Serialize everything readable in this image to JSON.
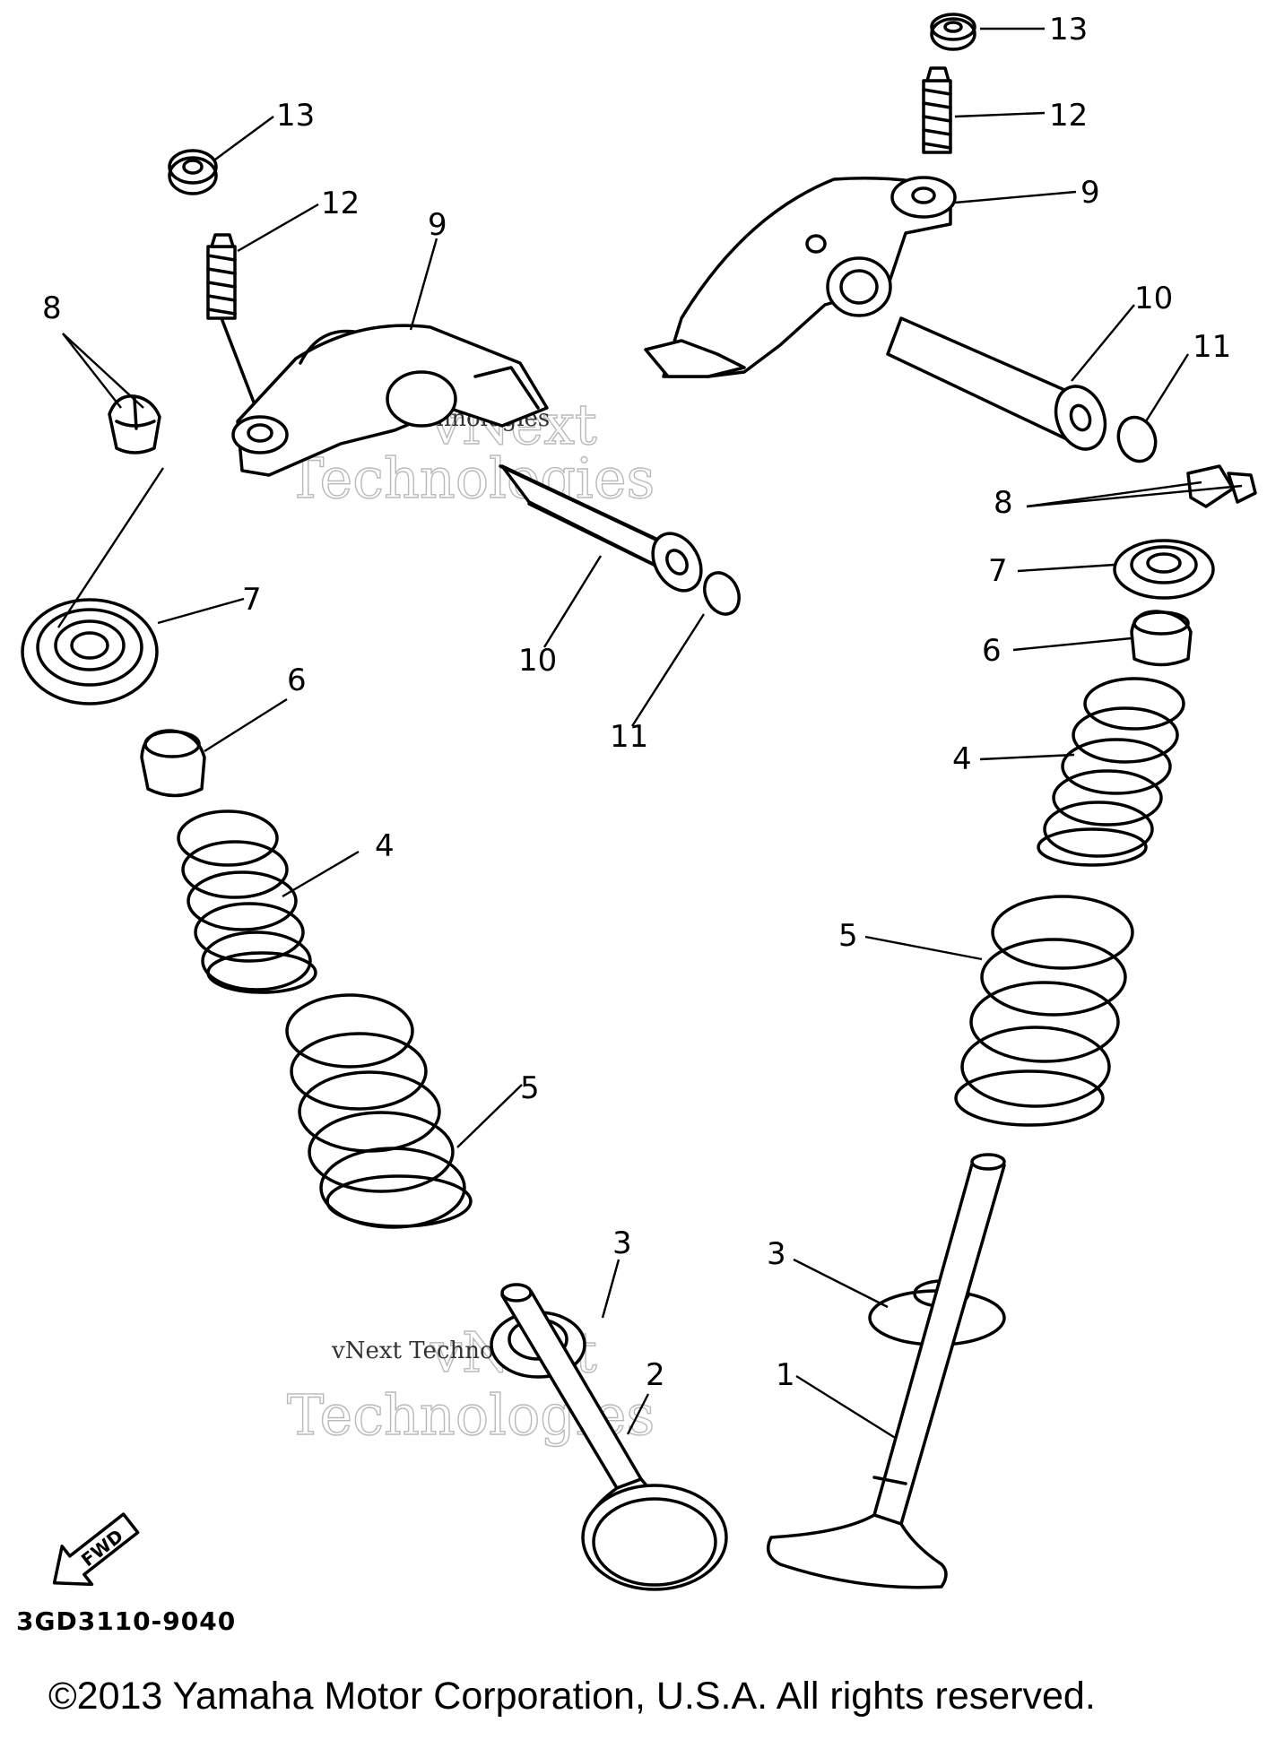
{
  "diagram": {
    "callouts": [
      {
        "id": "13-left",
        "text": "13"
      },
      {
        "id": "12-left",
        "text": "12"
      },
      {
        "id": "9-left",
        "text": "9"
      },
      {
        "id": "8-left",
        "text": "8"
      },
      {
        "id": "7-left",
        "text": "7"
      },
      {
        "id": "6-left",
        "text": "6"
      },
      {
        "id": "4-left",
        "text": "4"
      },
      {
        "id": "5-left",
        "text": "5"
      },
      {
        "id": "10-left",
        "text": "10"
      },
      {
        "id": "11-left",
        "text": "11"
      },
      {
        "id": "3-left",
        "text": "3"
      },
      {
        "id": "2",
        "text": "2"
      },
      {
        "id": "13-right",
        "text": "13"
      },
      {
        "id": "12-right",
        "text": "12"
      },
      {
        "id": "9-right",
        "text": "9"
      },
      {
        "id": "10-right",
        "text": "10"
      },
      {
        "id": "11-right",
        "text": "11"
      },
      {
        "id": "8-right",
        "text": "8"
      },
      {
        "id": "7-right",
        "text": "7"
      },
      {
        "id": "6-right",
        "text": "6"
      },
      {
        "id": "4-right",
        "text": "4"
      },
      {
        "id": "5-right",
        "text": "5"
      },
      {
        "id": "3-right",
        "text": "3"
      },
      {
        "id": "1",
        "text": "1"
      }
    ],
    "fwd_label": "FWD",
    "watermark": {
      "line1": "vNext",
      "line2": "Technologies",
      "small": "vNext Technologies"
    }
  },
  "diagram_code": "3GD3110-9040",
  "copyright": "©2013 Yamaha Motor Corporation, U.S.A. All rights reserved."
}
